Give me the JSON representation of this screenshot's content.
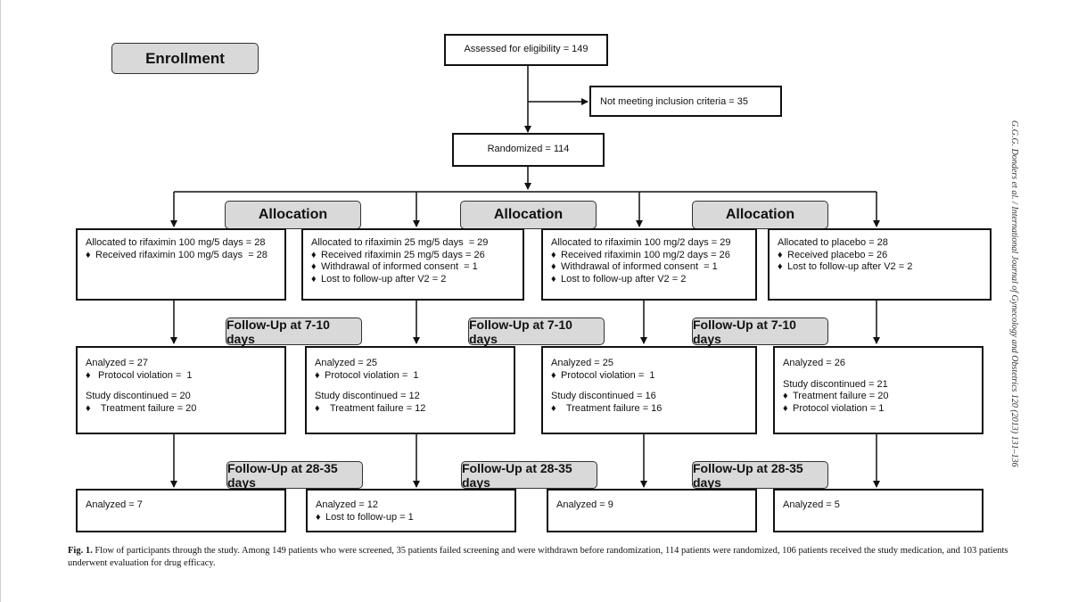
{
  "enrollment": {
    "label": "Enrollment"
  },
  "assessed": {
    "text": "Assessed for eligibility = 149"
  },
  "excluded": {
    "text": "Not meeting inclusion criteria = 35"
  },
  "randomized": {
    "text": "Randomized = 114"
  },
  "allocation_label": "Allocation",
  "followup1_label": "Follow-Up at 7-10 days",
  "followup2_label": "Follow-Up at 28-35 days",
  "bullet": "♦",
  "arms": [
    {
      "allocation": {
        "main": "Allocated to rifaximin 100 mg/5 days = 28",
        "bullets": [
          "Received rifaximin 100 mg/5 days  = 28"
        ]
      },
      "followup1": {
        "analyzed": "Analyzed = 27",
        "analyzed_bullets": [
          " Protocol violation =  1"
        ],
        "discontinued": "Study discontinued = 20",
        "discontinued_bullets": [
          "  Treatment failure = 20"
        ]
      },
      "followup2": {
        "analyzed": "Analyzed = 7",
        "bullets": []
      }
    },
    {
      "allocation": {
        "main": "Allocated to rifaximin 25 mg/5 days  = 29",
        "bullets": [
          "Received rifaximin 25 mg/5 days = 26",
          "Withdrawal of informed consent  = 1",
          "Lost to follow-up after V2 = 2"
        ]
      },
      "followup1": {
        "analyzed": "Analyzed = 25",
        "analyzed_bullets": [
          "Protocol violation =  1"
        ],
        "discontinued": "Study discontinued = 12",
        "discontinued_bullets": [
          "  Treatment failure = 12"
        ]
      },
      "followup2": {
        "analyzed": "Analyzed = 12",
        "bullets": [
          "Lost to follow-up = 1"
        ]
      }
    },
    {
      "allocation": {
        "main": "Allocated to rifaximin 100 mg/2 days = 29",
        "bullets": [
          "Received rifaximin 100 mg/2 days = 26",
          "Withdrawal of informed consent  = 1",
          "Lost to follow-up after V2 = 2"
        ]
      },
      "followup1": {
        "analyzed": "Analyzed = 25",
        "analyzed_bullets": [
          "Protocol violation =  1"
        ],
        "discontinued": "Study discontinued = 16",
        "discontinued_bullets": [
          "  Treatment failure = 16"
        ]
      },
      "followup2": {
        "analyzed": "Analyzed = 9",
        "bullets": []
      }
    },
    {
      "allocation": {
        "main": "Allocated to placebo = 28",
        "bullets": [
          "Received placebo = 26",
          "Lost to follow-up after V2 = 2"
        ]
      },
      "followup1": {
        "analyzed": "Analyzed = 26",
        "analyzed_bullets": [],
        "discontinued": "Study discontinued = 21",
        "discontinued_bullets": [
          "Treatment failure = 20",
          "Protocol violation = 1"
        ]
      },
      "followup2": {
        "analyzed": "Analyzed = 5",
        "bullets": []
      }
    }
  ],
  "caption": {
    "label": "Fig. 1.",
    "text": " Flow of participants through the study. Among 149 patients who were screened, 35 patients failed screening and were withdrawn before randomization, 114 patients were randomized, 106 patients received the study medication, and 103 patients underwent evaluation for drug efficacy."
  },
  "running_head": "G.G.G. Donders et al. / International Journal of Gynecology and Obstetrics 120 (2013) 131–136"
}
